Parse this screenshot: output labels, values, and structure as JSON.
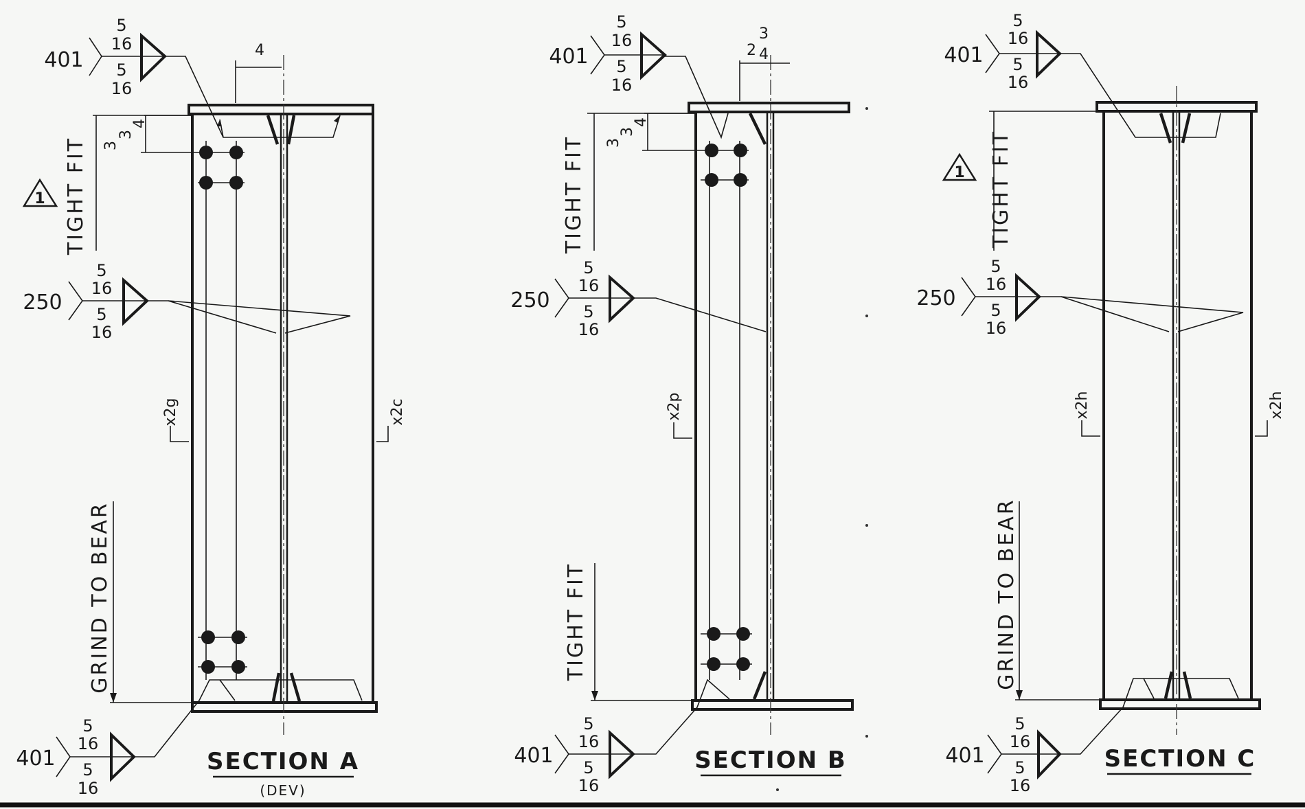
{
  "sections": [
    {
      "id": "a",
      "title": "SECTION A",
      "subtitle": "(DEV)",
      "top_weld": {
        "ref": "401",
        "upper": [
          "5",
          "16"
        ],
        "lower": [
          "5",
          "16"
        ]
      },
      "mid_weld": {
        "ref": "250",
        "upper": [
          "5",
          "16"
        ],
        "lower": [
          "5",
          "16"
        ]
      },
      "bottom_weld": {
        "ref": "401",
        "upper": [
          "5",
          "16"
        ],
        "lower": [
          "5",
          "16"
        ]
      },
      "top_dim": "4",
      "side_dim": {
        "whole": "3",
        "num": "3",
        "den": "4"
      },
      "top_note": "TIGHT FIT",
      "bottom_note": "GRIND TO BEAR",
      "left_mark": "x2g",
      "right_mark": "x2c",
      "revision": "1"
    },
    {
      "id": "b",
      "title": "SECTION B",
      "subtitle": "",
      "top_weld": {
        "ref": "401",
        "upper": [
          "5",
          "16"
        ],
        "lower": [
          "5",
          "16"
        ]
      },
      "mid_weld": {
        "ref": "250",
        "upper": [
          "5",
          "16"
        ],
        "lower": [
          "5",
          "16"
        ]
      },
      "bottom_weld": {
        "ref": "401",
        "upper": [
          "5",
          "16"
        ],
        "lower": [
          "5",
          "16"
        ]
      },
      "top_dim": {
        "whole": "2",
        "num": "3",
        "den": "4"
      },
      "side_dim": {
        "whole": "3",
        "num": "3",
        "den": "4"
      },
      "top_note": "TIGHT FIT",
      "bottom_note": "TIGHT FIT",
      "left_mark": "x2p"
    },
    {
      "id": "c",
      "title": "SECTION C",
      "subtitle": "",
      "top_weld": {
        "ref": "401",
        "upper": [
          "5",
          "16"
        ],
        "lower": [
          "5",
          "16"
        ]
      },
      "mid_weld": {
        "ref": "250",
        "upper": [
          "5",
          "16"
        ],
        "lower": [
          "5",
          "16"
        ]
      },
      "bottom_weld": {
        "ref": "401",
        "upper": [
          "5",
          "16"
        ],
        "lower": [
          "5",
          "16"
        ]
      },
      "top_note": "TIGHT FIT",
      "bottom_note": "GRIND TO BEAR",
      "left_mark": "x2h",
      "right_mark": "x2h",
      "revision": "1"
    }
  ]
}
